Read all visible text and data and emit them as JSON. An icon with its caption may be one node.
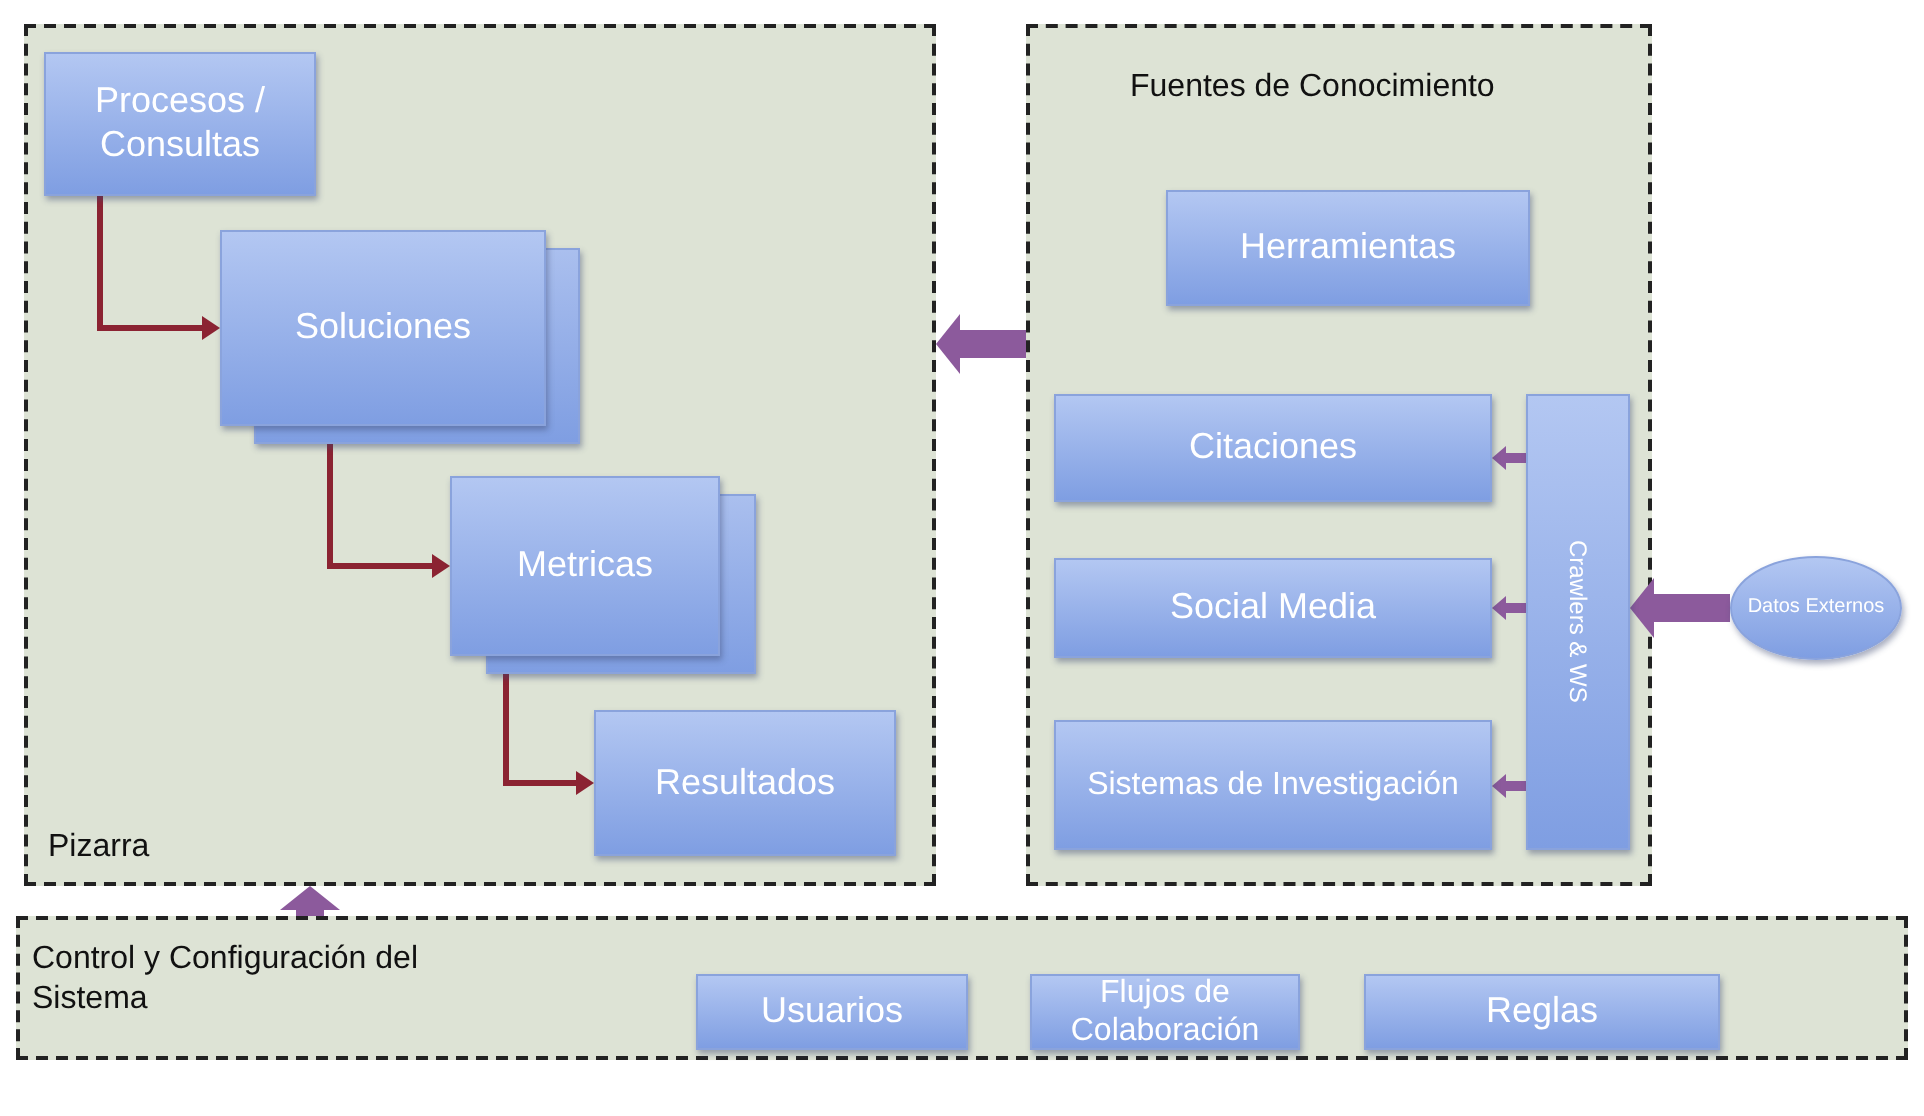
{
  "diagram": {
    "nodes": [
      {
        "text": [
          "Pizarra"
        ]
      },
      {
        "text": [
          "Procesos / Consultas"
        ],
        "in": 0
      },
      {
        "text": [
          "Soluciones"
        ],
        "in": 0
      },
      {
        "text": [
          "Metricas"
        ],
        "in": 0
      },
      {
        "text": [
          "Resultados"
        ],
        "in": 0
      },
      {
        "text": [
          "Fuentes de Conocimiento"
        ]
      },
      {
        "text": [
          "Herramientas"
        ],
        "in": 5
      },
      {
        "text": [
          "Citaciones"
        ],
        "in": 5
      },
      {
        "text": [
          "Social Media"
        ],
        "in": 5
      },
      {
        "text": [
          "Sistemas de Investigación"
        ],
        "in": 5
      },
      {
        "text": [
          "Crawlers & WS"
        ],
        "in": 5
      },
      {
        "text": [
          "Datos Externos"
        ]
      },
      {
        "text": [
          "Control y Configuración del Sistema"
        ]
      },
      {
        "text": [
          "Usuarios"
        ],
        "in": 12
      },
      {
        "text": [
          "Flujos de Colaboración"
        ],
        "in": 12
      },
      {
        "text": [
          "Reglas"
        ],
        "in": 12
      }
    ],
    "edges": [
      {
        "from": 1,
        "to": 2,
        "arrow": "to",
        "color": "#8b2332"
      },
      {
        "from": 2,
        "to": 3,
        "arrow": "to",
        "color": "#8b2332"
      },
      {
        "from": 3,
        "to": 4,
        "arrow": "to",
        "color": "#8b2332"
      },
      {
        "from": 5,
        "to": 0,
        "arrow": "to",
        "style": "thick"
      },
      {
        "from": 10,
        "to": 7,
        "arrow": "to"
      },
      {
        "from": 10,
        "to": 8,
        "arrow": "to"
      },
      {
        "from": 10,
        "to": 9,
        "arrow": "to"
      },
      {
        "from": 11,
        "to": 10,
        "arrow": "to",
        "style": "thick"
      },
      {
        "from": 12,
        "to": 0,
        "arrow": "to",
        "style": "thick"
      }
    ]
  }
}
